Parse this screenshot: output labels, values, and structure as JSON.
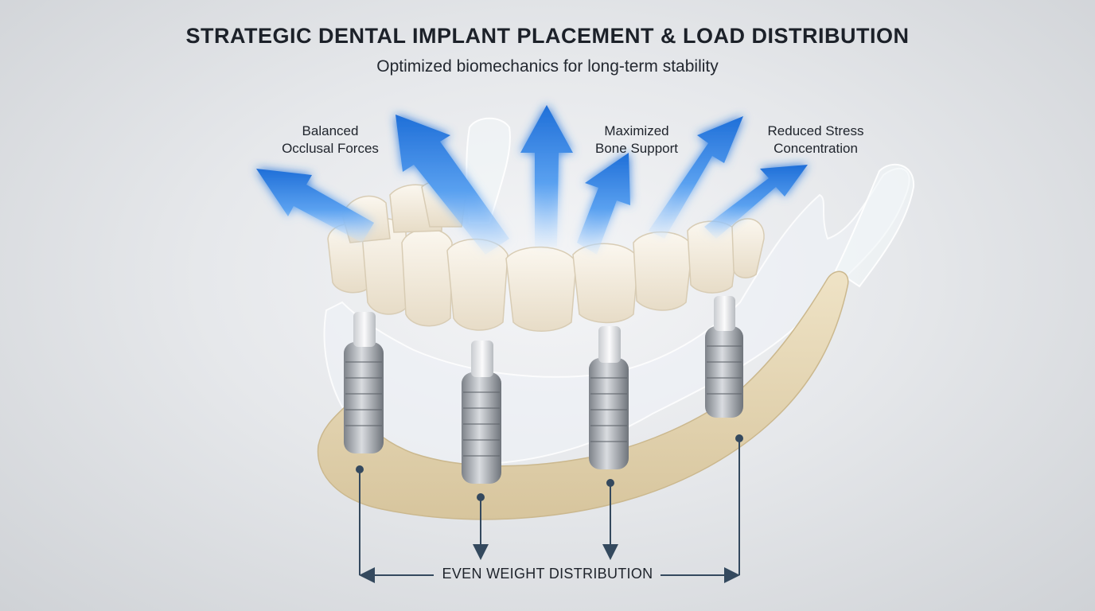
{
  "title": "STRATEGIC DENTAL IMPLANT PLACEMENT & LOAD DISTRIBUTION",
  "subtitle": "Optimized biomechanics for long-term stability",
  "callouts": {
    "balanced": [
      "Balanced",
      "Occlusal Forces"
    ],
    "bone": [
      "Maximized",
      "Bone Support"
    ],
    "stress": [
      "Reduced Stress",
      "Concentration"
    ]
  },
  "bottom_label": "EVEN WEIGHT DISTRIBUTION",
  "colors": {
    "arrow": "#2f7fe0",
    "arrow_glow": "#8fc4ff",
    "bone": "#e6d8b8",
    "teeth": "#f3ecdf",
    "implant": "#a9adb3",
    "dimension_line": "#34495e"
  }
}
